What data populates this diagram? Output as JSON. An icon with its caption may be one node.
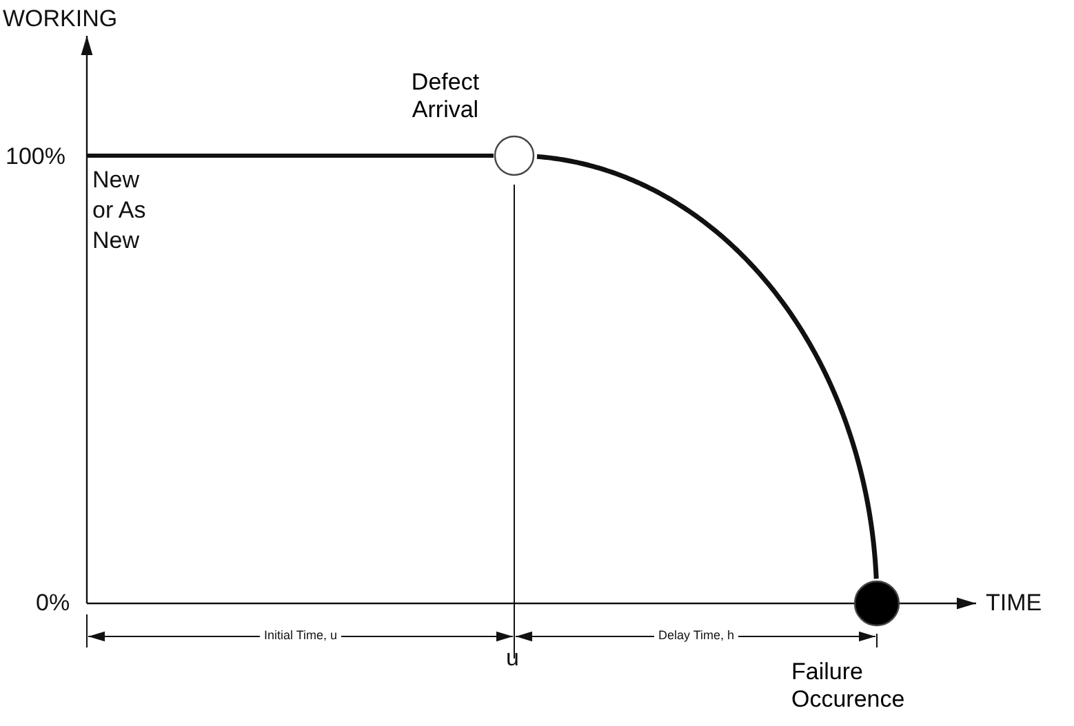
{
  "diagram": {
    "nodes": [
      {
        "text": [
          "Defect Arrival"
        ]
      },
      {
        "text": [
          "Failure Occurence"
        ]
      }
    ],
    "edges": [
      {
        "from": 0,
        "to": 1,
        "arrow": "none"
      }
    ],
    "labels": [
      "WORKING",
      "100%",
      "New or As New",
      "0%",
      "TIME",
      "Initial Time, u",
      "u",
      "Delay Time, h"
    ]
  }
}
